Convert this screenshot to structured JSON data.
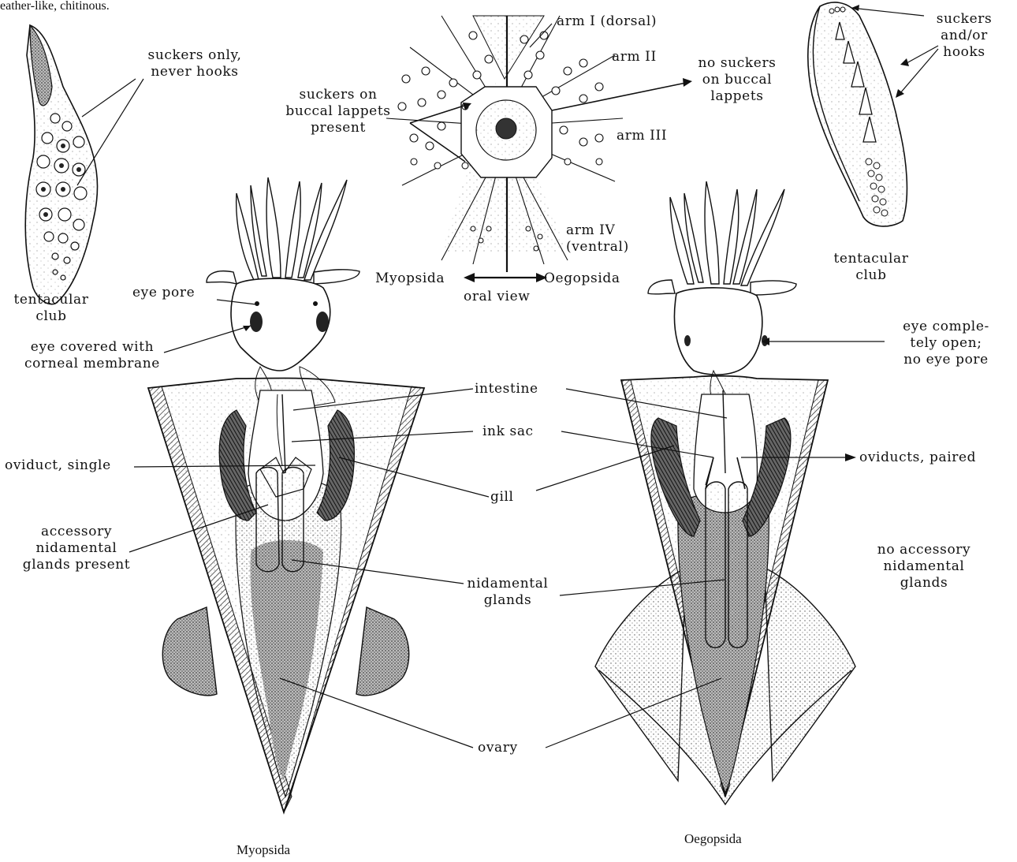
{
  "colors": {
    "ink": "#111111",
    "stipple": "#555555",
    "paper": "#ffffff"
  },
  "labels": {
    "top_fragment": "eather-like,   chitinous.",
    "suckers_only": "suckers only,\nnever hooks",
    "tentacular_club_left": "tentacular\nclub",
    "tentacular_club_right": "tentacular\nclub",
    "suckers_hooks": "suckers\nand/or\nhooks",
    "arm_i": "arm I (dorsal)",
    "arm_ii": "arm II",
    "arm_iii": "arm III",
    "arm_iv": "arm IV\n(ventral)",
    "no_suckers_lappets": "no suckers\non buccal\nlappets",
    "suckers_lappets": "suckers on\nbuccal lappets\npresent",
    "myopsida_arrow": "Myopsida",
    "oegopsida_arrow": "Oegopsida",
    "oral_view": "oral view",
    "eye_pore": "eye pore",
    "eye_covered": "eye covered with\ncorneal membrane",
    "eye_open": "eye comple-\ntely open;\nno eye pore",
    "intestine": "intestine",
    "ink_sac": "ink sac",
    "oviduct_single": "oviduct, single",
    "oviducts_paired": "oviducts, paired",
    "gill": "gill",
    "accessory_present": "accessory\nnidamental\nglands present",
    "no_accessory": "no accessory\nnidamental\nglands",
    "nidamental": "nidamental\nglands",
    "ovary": "ovary",
    "caption_left": "Myopsida",
    "caption_right": "Oegopsida"
  }
}
